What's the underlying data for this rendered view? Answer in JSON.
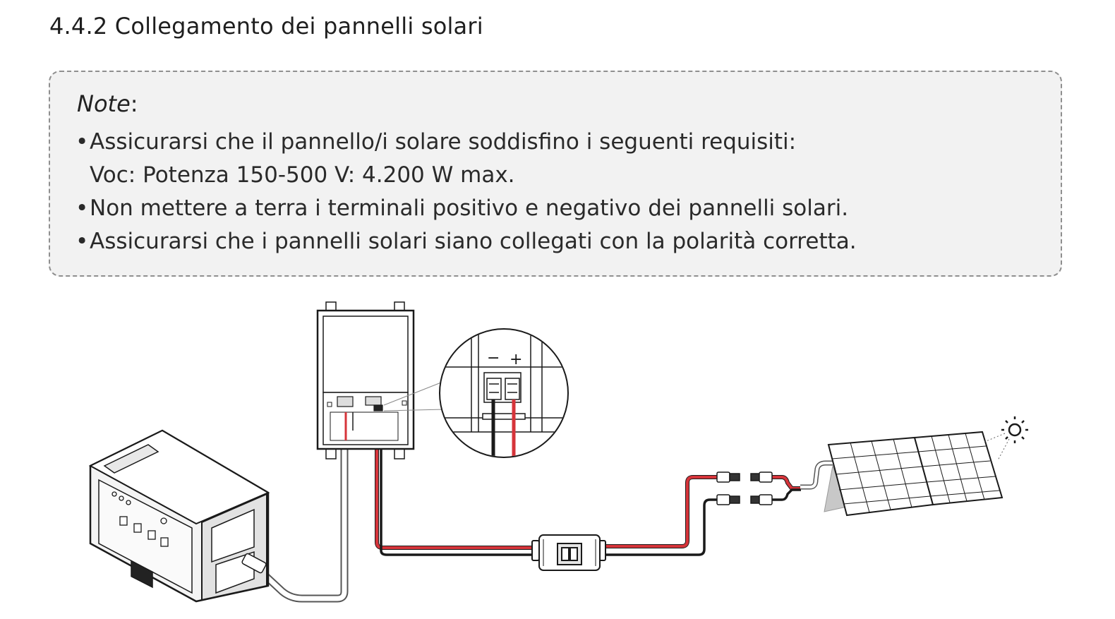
{
  "title": "4.4.2 Collegamento dei pannelli solari",
  "note": {
    "heading": "Note",
    "colon": ":",
    "items": [
      {
        "text": "Assicurarsi che il pannello/i solare soddisfino i seguenti requisiti:",
        "sub": "Voc: Potenza 150-500 V: 4.200 W max."
      },
      {
        "text": "Non mettere a terra i terminali positivo e negativo dei pannelli solari."
      },
      {
        "text": "Assicurarsi che i pannelli solari siano collegati con la polarità corretta."
      }
    ]
  },
  "diagram": {
    "terminal_minus": "−",
    "terminal_plus": "+",
    "wire_colors": {
      "positive": "#d6343a",
      "negative": "#1a1a1a",
      "ac": "#9a9a9a"
    },
    "icons": [
      "power-station-icon",
      "mounting-box-icon",
      "terminal-zoom-icon",
      "isolator-switch-icon",
      "mc4-connector-icon",
      "solar-panel-icon",
      "sun-icon"
    ]
  }
}
